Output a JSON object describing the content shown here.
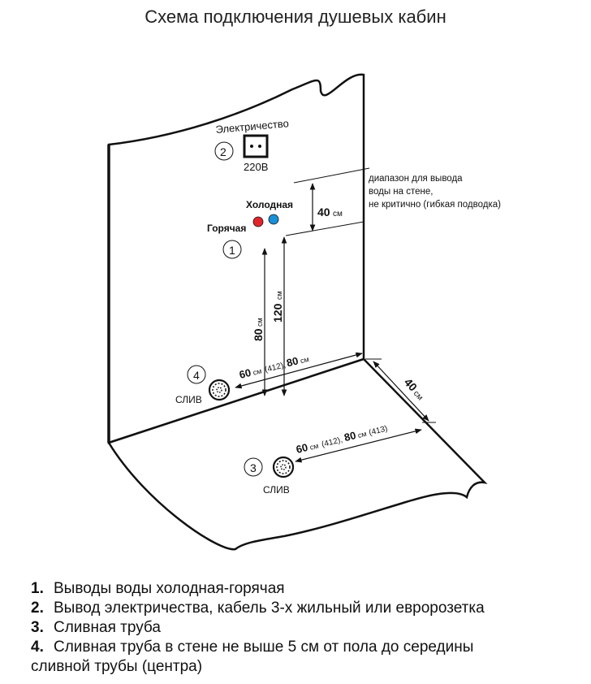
{
  "title": "Схема подключения душевых кабин",
  "labels": {
    "electricity": "Электричество",
    "voltage": "220В",
    "num1": "1",
    "num2": "2",
    "num3": "3",
    "num4": "4",
    "cold": "Холодная",
    "hot": "Горячая",
    "range_note": [
      "диапазон для вывода",
      "воды на стене,",
      "не критично (гибкая подводка)"
    ],
    "dim_40_value": "40",
    "dim_40_unit": "см",
    "dim_40_floor": "40",
    "dim_40_floor_unit": "см",
    "dim_80_value": "80",
    "dim_80_unit": "см",
    "dim_120_value": "120",
    "dim_120_unit": "см",
    "wall_dim": {
      "a": "60",
      "a_unit": "см",
      "a_paren": "(412),",
      "b": "80",
      "b_unit": "см"
    },
    "floor_dim": {
      "a": "60",
      "a_unit": "см",
      "a_paren": "(412),",
      "b": "80",
      "b_unit": "см",
      "b_paren": "(413)"
    },
    "drain_wall": "СЛИВ",
    "drain_floor": "СЛИВ"
  },
  "colors": {
    "hot": "#e0262b",
    "cold": "#1a8fd6"
  },
  "legend": [
    {
      "num": "1.",
      "text": "Выводы воды холодная-горячая"
    },
    {
      "num": "2.",
      "text": "Вывод электричества, кабель 3-х жильный или евророзетка"
    },
    {
      "num": "3.",
      "text": "Сливная труба"
    },
    {
      "num": "4.",
      "text": "Сливная труба в стене не выше 5 см от пола до середины"
    }
  ],
  "legend_tail": "сливной трубы (центра)"
}
